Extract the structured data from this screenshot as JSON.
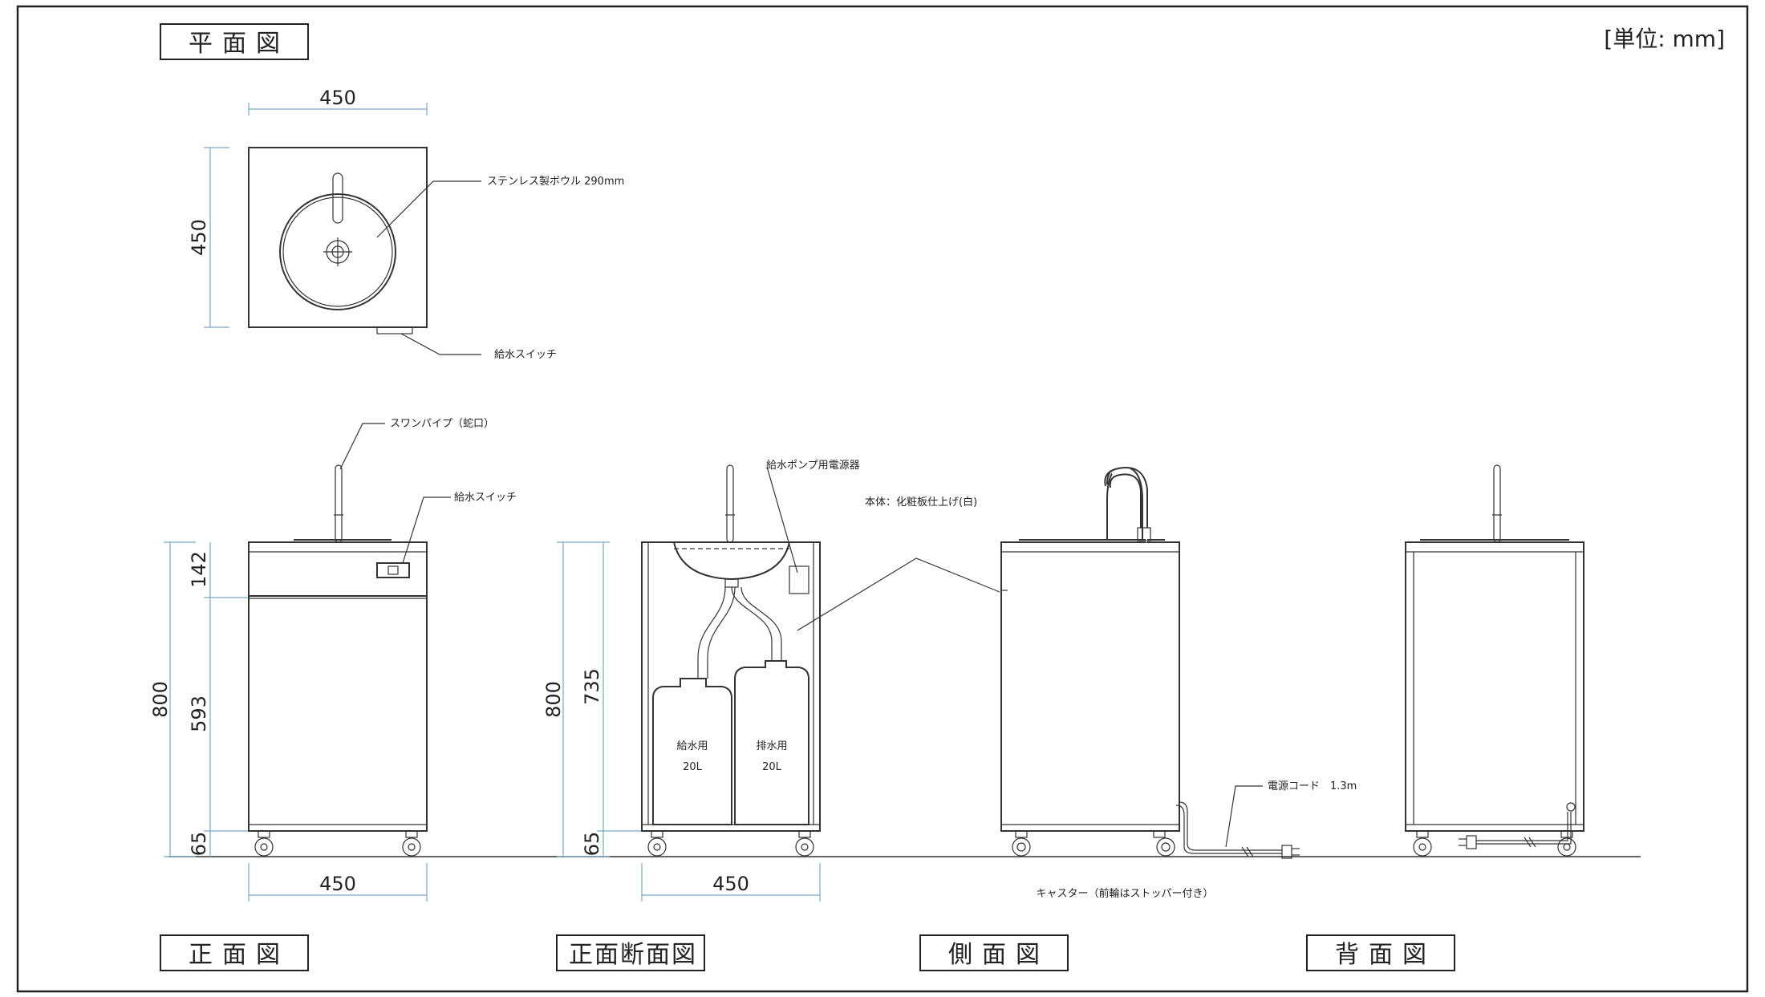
{
  "sheet": {
    "unit_label": "[単位: mm]"
  },
  "views": {
    "plan": "平面図",
    "front": "正面図",
    "front_section": "正面断面図",
    "side": "側面図",
    "back": "背面図"
  },
  "dimensions": {
    "plan_width": "450",
    "plan_depth": "450",
    "front_height": "800",
    "front_top": "142",
    "front_mid": "593",
    "front_base": "65",
    "front_width": "450",
    "section_height": "800",
    "section_inner": "735",
    "section_base": "65",
    "section_width": "450"
  },
  "notes": {
    "bowl": "ステンレス製ボウル 290mm",
    "switch_plan": "給水スイッチ",
    "swan_pipe": "スワンパイプ（蛇口）",
    "switch_front": "給水スイッチ",
    "pump_power": "給水ポンプ用電源器",
    "body_finish": "本体：化粧板仕上げ(白)",
    "power_cord": "電源コード　1.3m",
    "caster": "キャスター（前輪はストッパー付き）"
  },
  "tanks": {
    "supply_label": "給水用",
    "supply_volume": "20L",
    "drain_label": "排水用",
    "drain_volume": "20L"
  }
}
